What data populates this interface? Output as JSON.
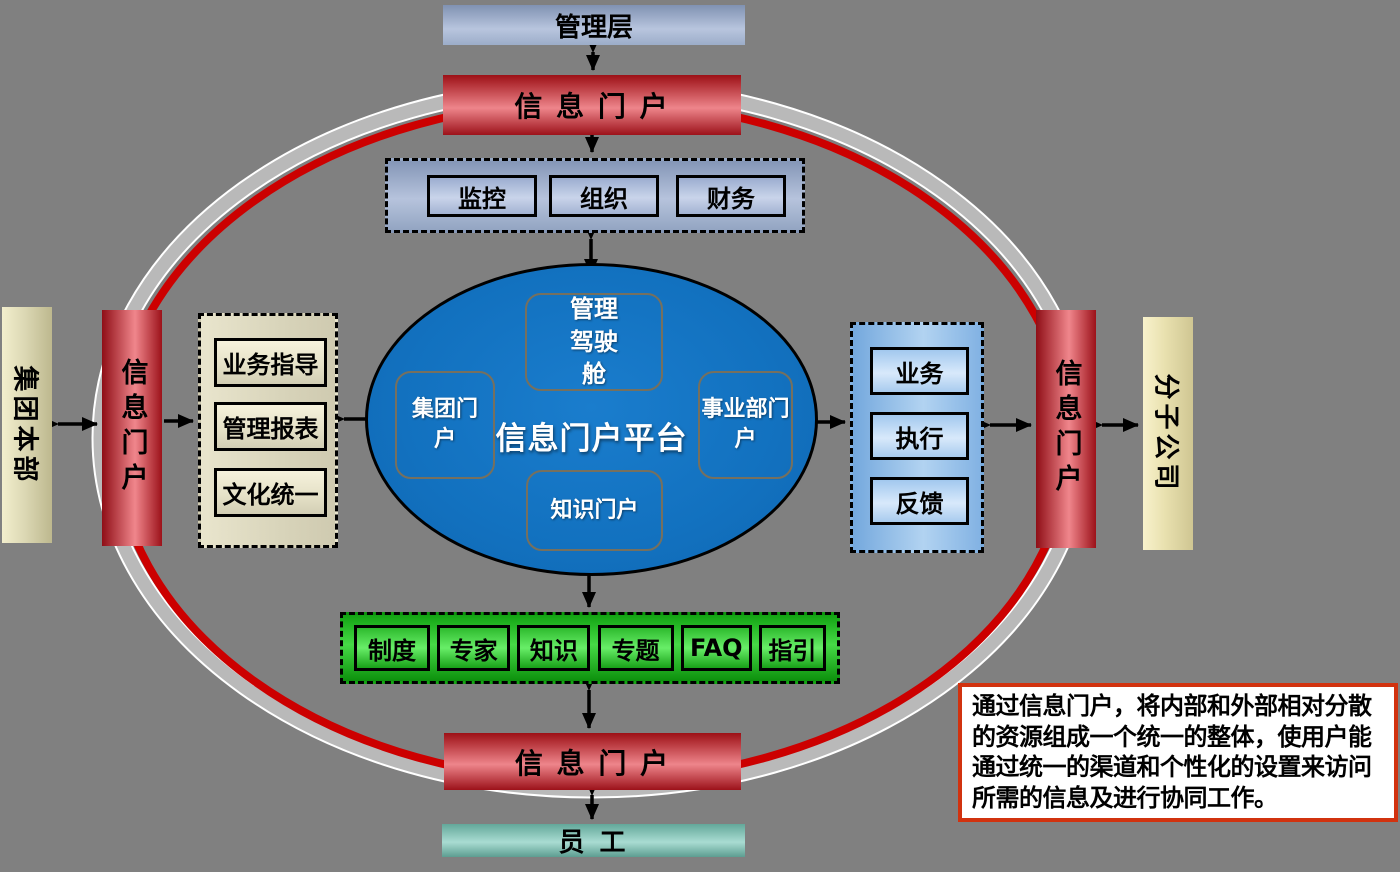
{
  "colors": {
    "background": "#808080",
    "ring_red": "#cc0000",
    "ring_gray": "#b9b9b9",
    "platform_blue": "#1273c0",
    "portal_red": "#ee858b",
    "note_border_red": "#d1320f",
    "knowledge_green": "#46da46"
  },
  "top": {
    "management_label": "管理层",
    "portal_label": "信 息 门 户",
    "modules": [
      "监控",
      "组织",
      "财务"
    ]
  },
  "center": {
    "title": "信息门户平台",
    "cockpit": "管理驾驶舱",
    "group_portal": "集团门户",
    "bu_portal": "事业部门户",
    "knowledge_portal": "知识门户"
  },
  "left": {
    "hq_label": "集团本部",
    "portal_label": "信息门户",
    "items": [
      "业务指导",
      "管理报表",
      "文化统一"
    ]
  },
  "right": {
    "items": [
      "业务",
      "执行",
      "反馈"
    ],
    "portal_label": "信息门户",
    "subsidiary_label": "分子公司"
  },
  "bottom": {
    "knowledge_items": [
      "制度",
      "专家",
      "知识",
      "专题",
      "FAQ",
      "指引"
    ],
    "portal_label": "信 息 门 户",
    "employee_label": "员 工"
  },
  "note": {
    "text": "通过信息门户，将内部和外部相对分散的资源组成一个统一的整体，使用户能通过统一的渠道和个性化的设置来访问所需的信息及进行协同工作。"
  }
}
